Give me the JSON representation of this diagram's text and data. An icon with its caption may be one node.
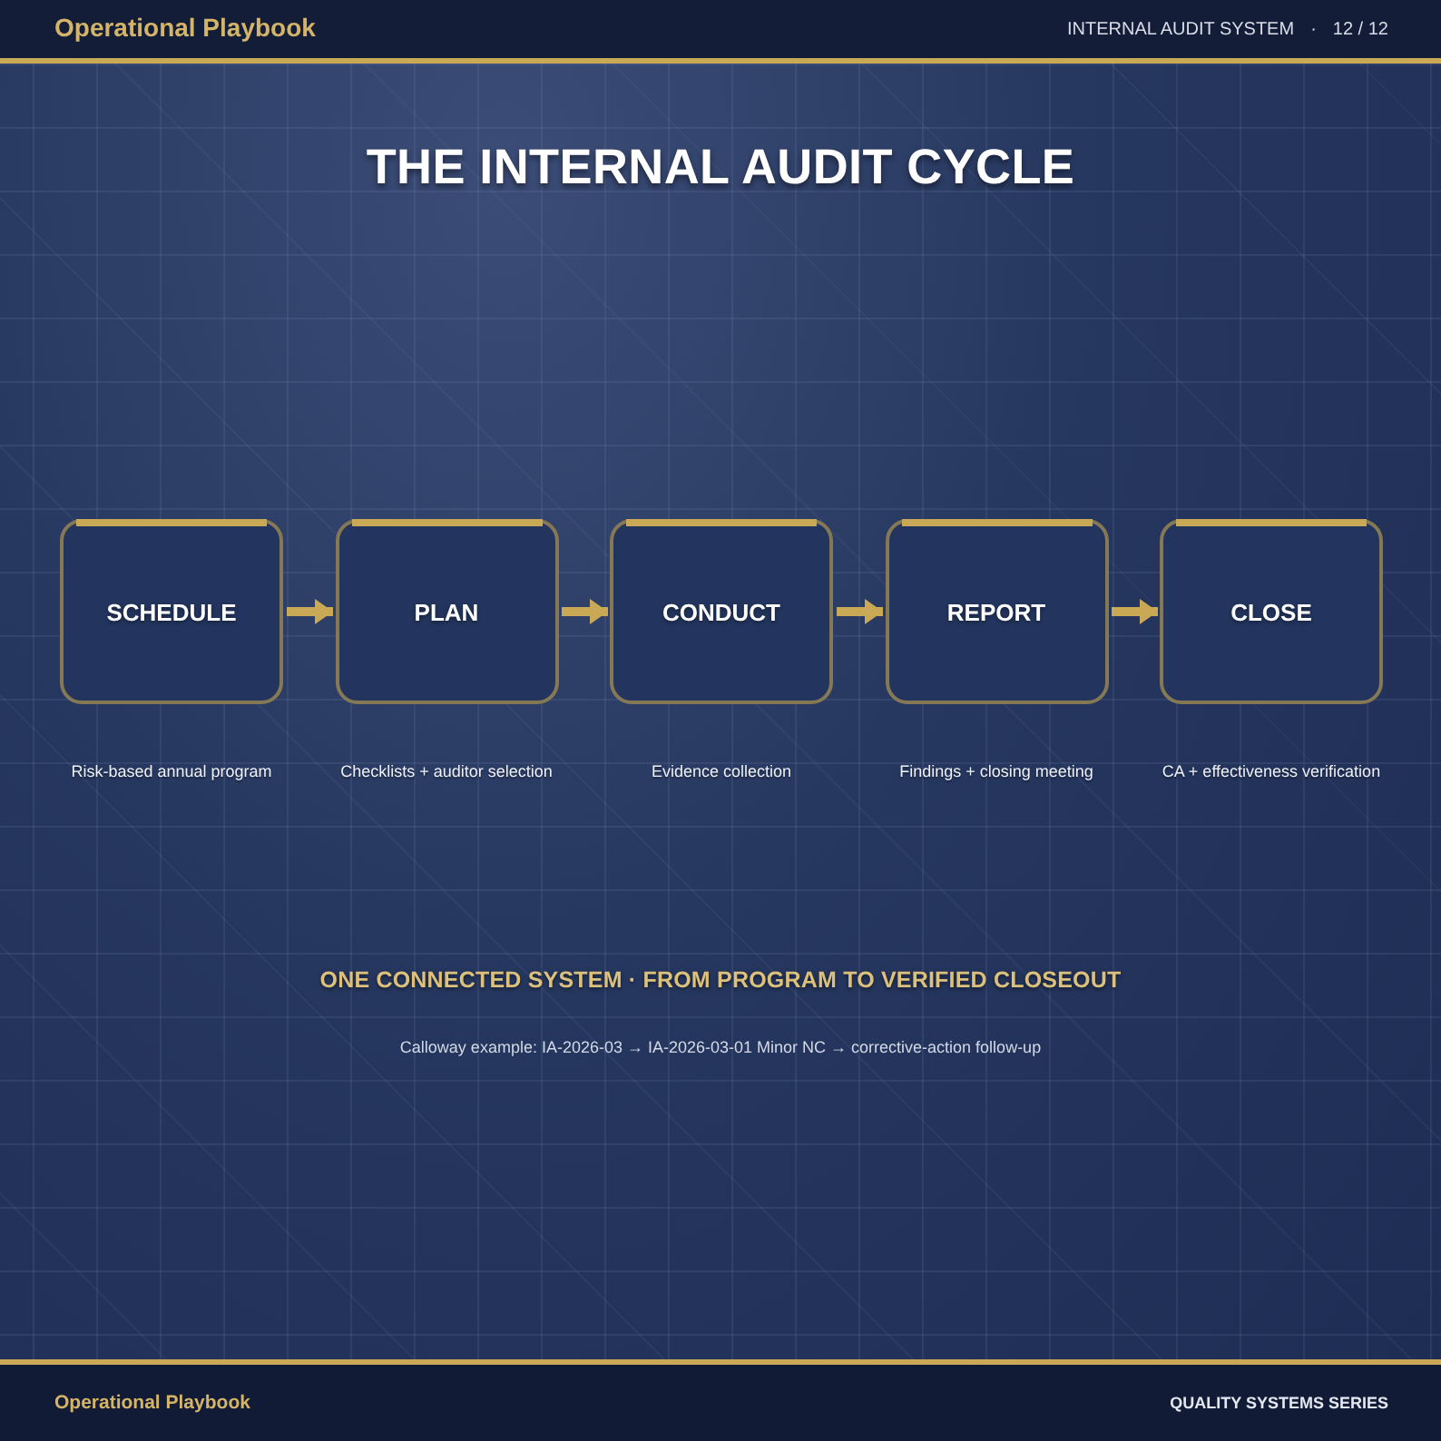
{
  "diagram": {
    "title": "THE INTERNAL AUDIT CYCLE",
    "nodes": [
      {
        "text": [
          "SCHEDULE"
        ],
        "beside": [
          "Risk-based annual program"
        ]
      },
      {
        "text": [
          "PLAN"
        ],
        "beside": [
          "Checklists + auditor selection"
        ]
      },
      {
        "text": [
          "CONDUCT"
        ],
        "beside": [
          "Evidence collection"
        ]
      },
      {
        "text": [
          "REPORT"
        ],
        "beside": [
          "Findings + closing meeting"
        ]
      },
      {
        "text": [
          "CLOSE"
        ],
        "beside": [
          "CA + effectiveness verification"
        ]
      }
    ],
    "edges": [
      {
        "from": 0,
        "to": 1,
        "arrow": "to"
      },
      {
        "from": 1,
        "to": 2,
        "arrow": "to"
      },
      {
        "from": 2,
        "to": 3,
        "arrow": "to"
      },
      {
        "from": 3,
        "to": 4,
        "arrow": "to"
      }
    ],
    "labels": [
      "Operational Playbook",
      "INTERNAL AUDIT SYSTEM",
      "·",
      "12 / 12",
      "ONE CONNECTED SYSTEM · FROM PROGRAM TO VERIFIED CLOSEOUT",
      "Calloway example: IA-2026-03 → IA-2026-03-01 Minor NC → corrective-action follow-up",
      "Operational Playbook",
      "QUALITY SYSTEMS SERIES"
    ]
  }
}
